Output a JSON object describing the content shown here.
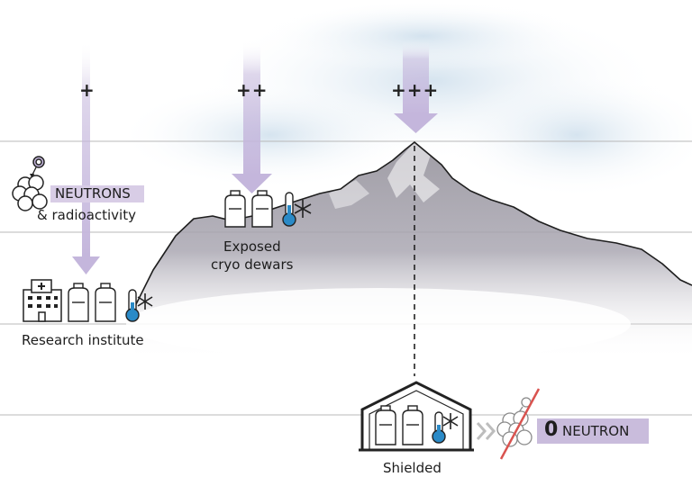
{
  "intensity_markers": [
    "+",
    "++",
    "+++"
  ],
  "neutrons_label": "NEUTRONS",
  "radioactivity_label": "& radioactivity",
  "exposed_label_line1": "Exposed",
  "exposed_label_line2": "cryo dewars",
  "institute_label": "Research institute",
  "shielded_label": "Shielded",
  "zero_number": "0",
  "zero_word": "NEUTRON",
  "colors": {
    "arrow": "#c4b6dc",
    "highlight": "#d8cde6",
    "thermo_blue": "#2a8ac7",
    "cancel_red": "#d9534f",
    "line": "#222222"
  }
}
